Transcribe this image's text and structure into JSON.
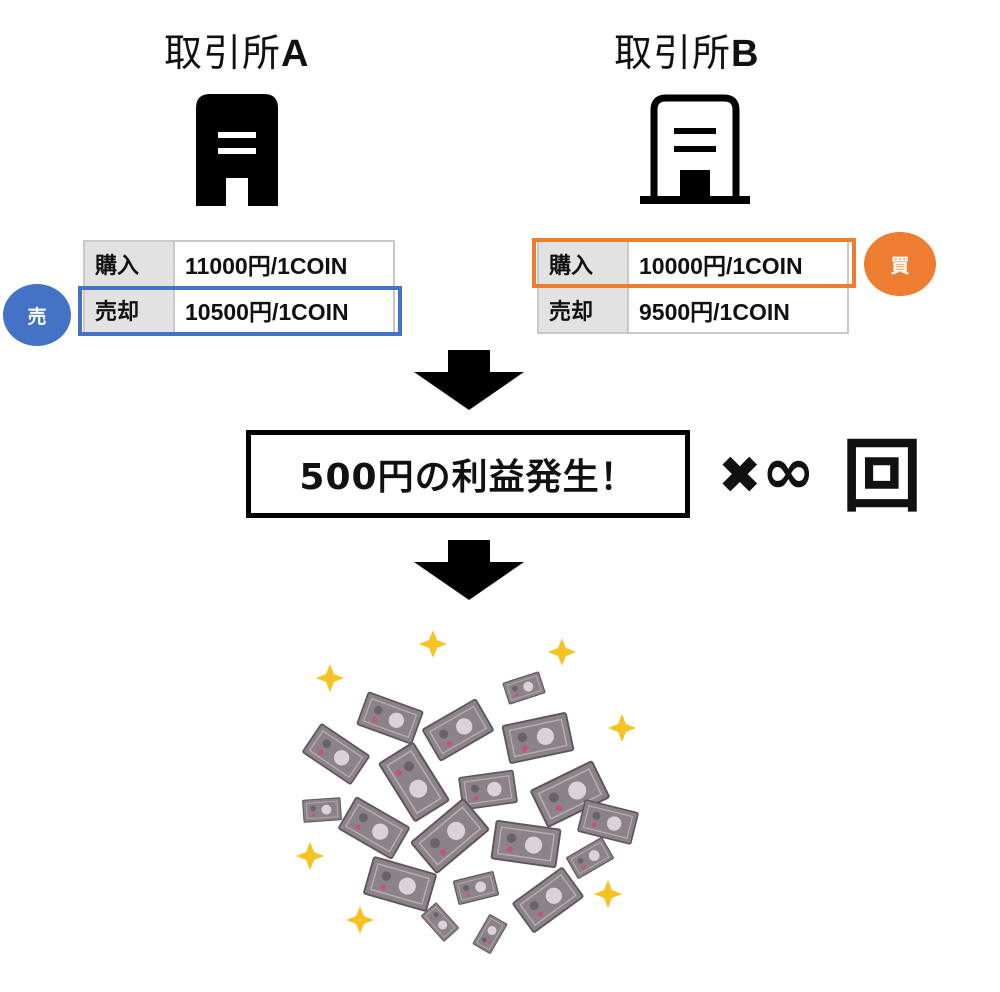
{
  "exchange_a": {
    "title_prefix": "取引所",
    "title_letter": "A",
    "rows": [
      {
        "label": "購入",
        "value": "11000円/1COIN"
      },
      {
        "label": "売却",
        "value": "10500円/1COIN"
      }
    ],
    "badge": "売",
    "badge_color": "#4472c4"
  },
  "exchange_b": {
    "title_prefix": "取引所",
    "title_letter": "B",
    "rows": [
      {
        "label": "購入",
        "value": "10000円/1COIN"
      },
      {
        "label": "売却",
        "value": "9500円/1COIN"
      }
    ],
    "badge": "買",
    "badge_color": "#ed7d31"
  },
  "profit_text": "500円の利益発生！",
  "repeat": {
    "times_symbol": "✖",
    "infinity": "∞",
    "count_label": "回"
  },
  "colors": {
    "highlight_blue": "#4472c4",
    "highlight_orange": "#ed7d31",
    "arrow": "#000000",
    "star": "#f6c324",
    "bill": "#8a8088"
  }
}
